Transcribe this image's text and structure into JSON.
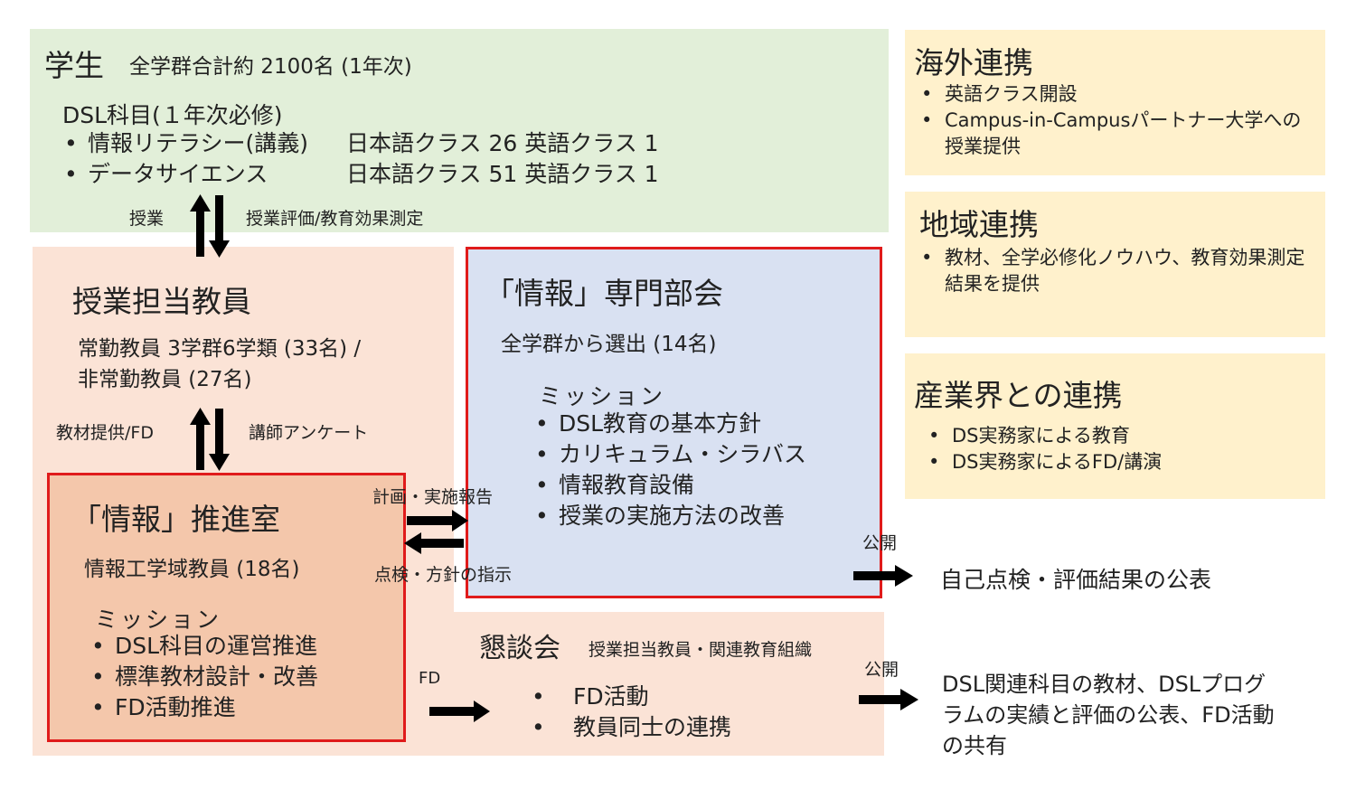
{
  "students": {
    "title": "学生",
    "subtitle": "全学群合計約 2100名 (1年次)",
    "course_heading": "DSL科目(１年次必修)",
    "courses": [
      {
        "name": "情報リテラシー(講義)",
        "classes": "日本語クラス 26 英語クラス 1"
      },
      {
        "name": "データサイエンス",
        "classes": "日本語クラス 51 英語クラス 1"
      }
    ]
  },
  "arrows": {
    "lecture": "授業",
    "evaluation": "授業評価/教育効果測定",
    "materials_fd": "教材提供/FD",
    "survey": "講師アンケート",
    "plan_report": "計画・実施報告",
    "inspection": "点検・方針の指示",
    "fd": "FD",
    "publish1": "公開",
    "publish2": "公開"
  },
  "teachers": {
    "title": "授業担当教員",
    "line1": "常勤教員 3学群6学類 (33名) /",
    "line2": "非常勤教員 (27名)"
  },
  "committee": {
    "title": "「情報」専門部会",
    "subtitle": "全学群から選出 (14名)",
    "mission_label": "ミッション",
    "missions": [
      "DSL教育の基本方針",
      "カリキュラム・シラバス",
      "情報教育設備",
      "授業の実施方法の改善"
    ]
  },
  "office": {
    "title": "「情報」推進室",
    "subtitle": "情報工学域教員 (18名)",
    "mission_label": "ミッション",
    "missions": [
      "DSL科目の運営推進",
      "標準教材設計・改善",
      "FD活動推進"
    ]
  },
  "meeting": {
    "title": "懇談会",
    "subtitle": "授業担当教員・関連教育組織",
    "items": [
      "FD活動",
      "教員同士の連携"
    ]
  },
  "overseas": {
    "title": "海外連携",
    "items": [
      "英語クラス開設",
      "Campus-in-Campusパートナー大学への授業提供"
    ]
  },
  "regional": {
    "title": "地域連携",
    "items": [
      "教材、全学必修化ノウハウ、教育効果測定結果を提供"
    ]
  },
  "industry": {
    "title": "産業界との連携",
    "items": [
      "DS実務家による教育",
      "DS実務家によるFD/講演"
    ]
  },
  "outputs": {
    "self_eval": "自己点検・評価結果の公表",
    "dsl_publish": "DSL関連科目の教材、DSLプログラムの実績と評価の公表、FD活動の共有"
  },
  "colors": {
    "green": "#e2efd9",
    "peach": "#fbe3d6",
    "yellow": "#fff1cc",
    "blue": "#d9e1f2",
    "orange": "#f4c7ab",
    "red_border": "#e01b1b"
  }
}
